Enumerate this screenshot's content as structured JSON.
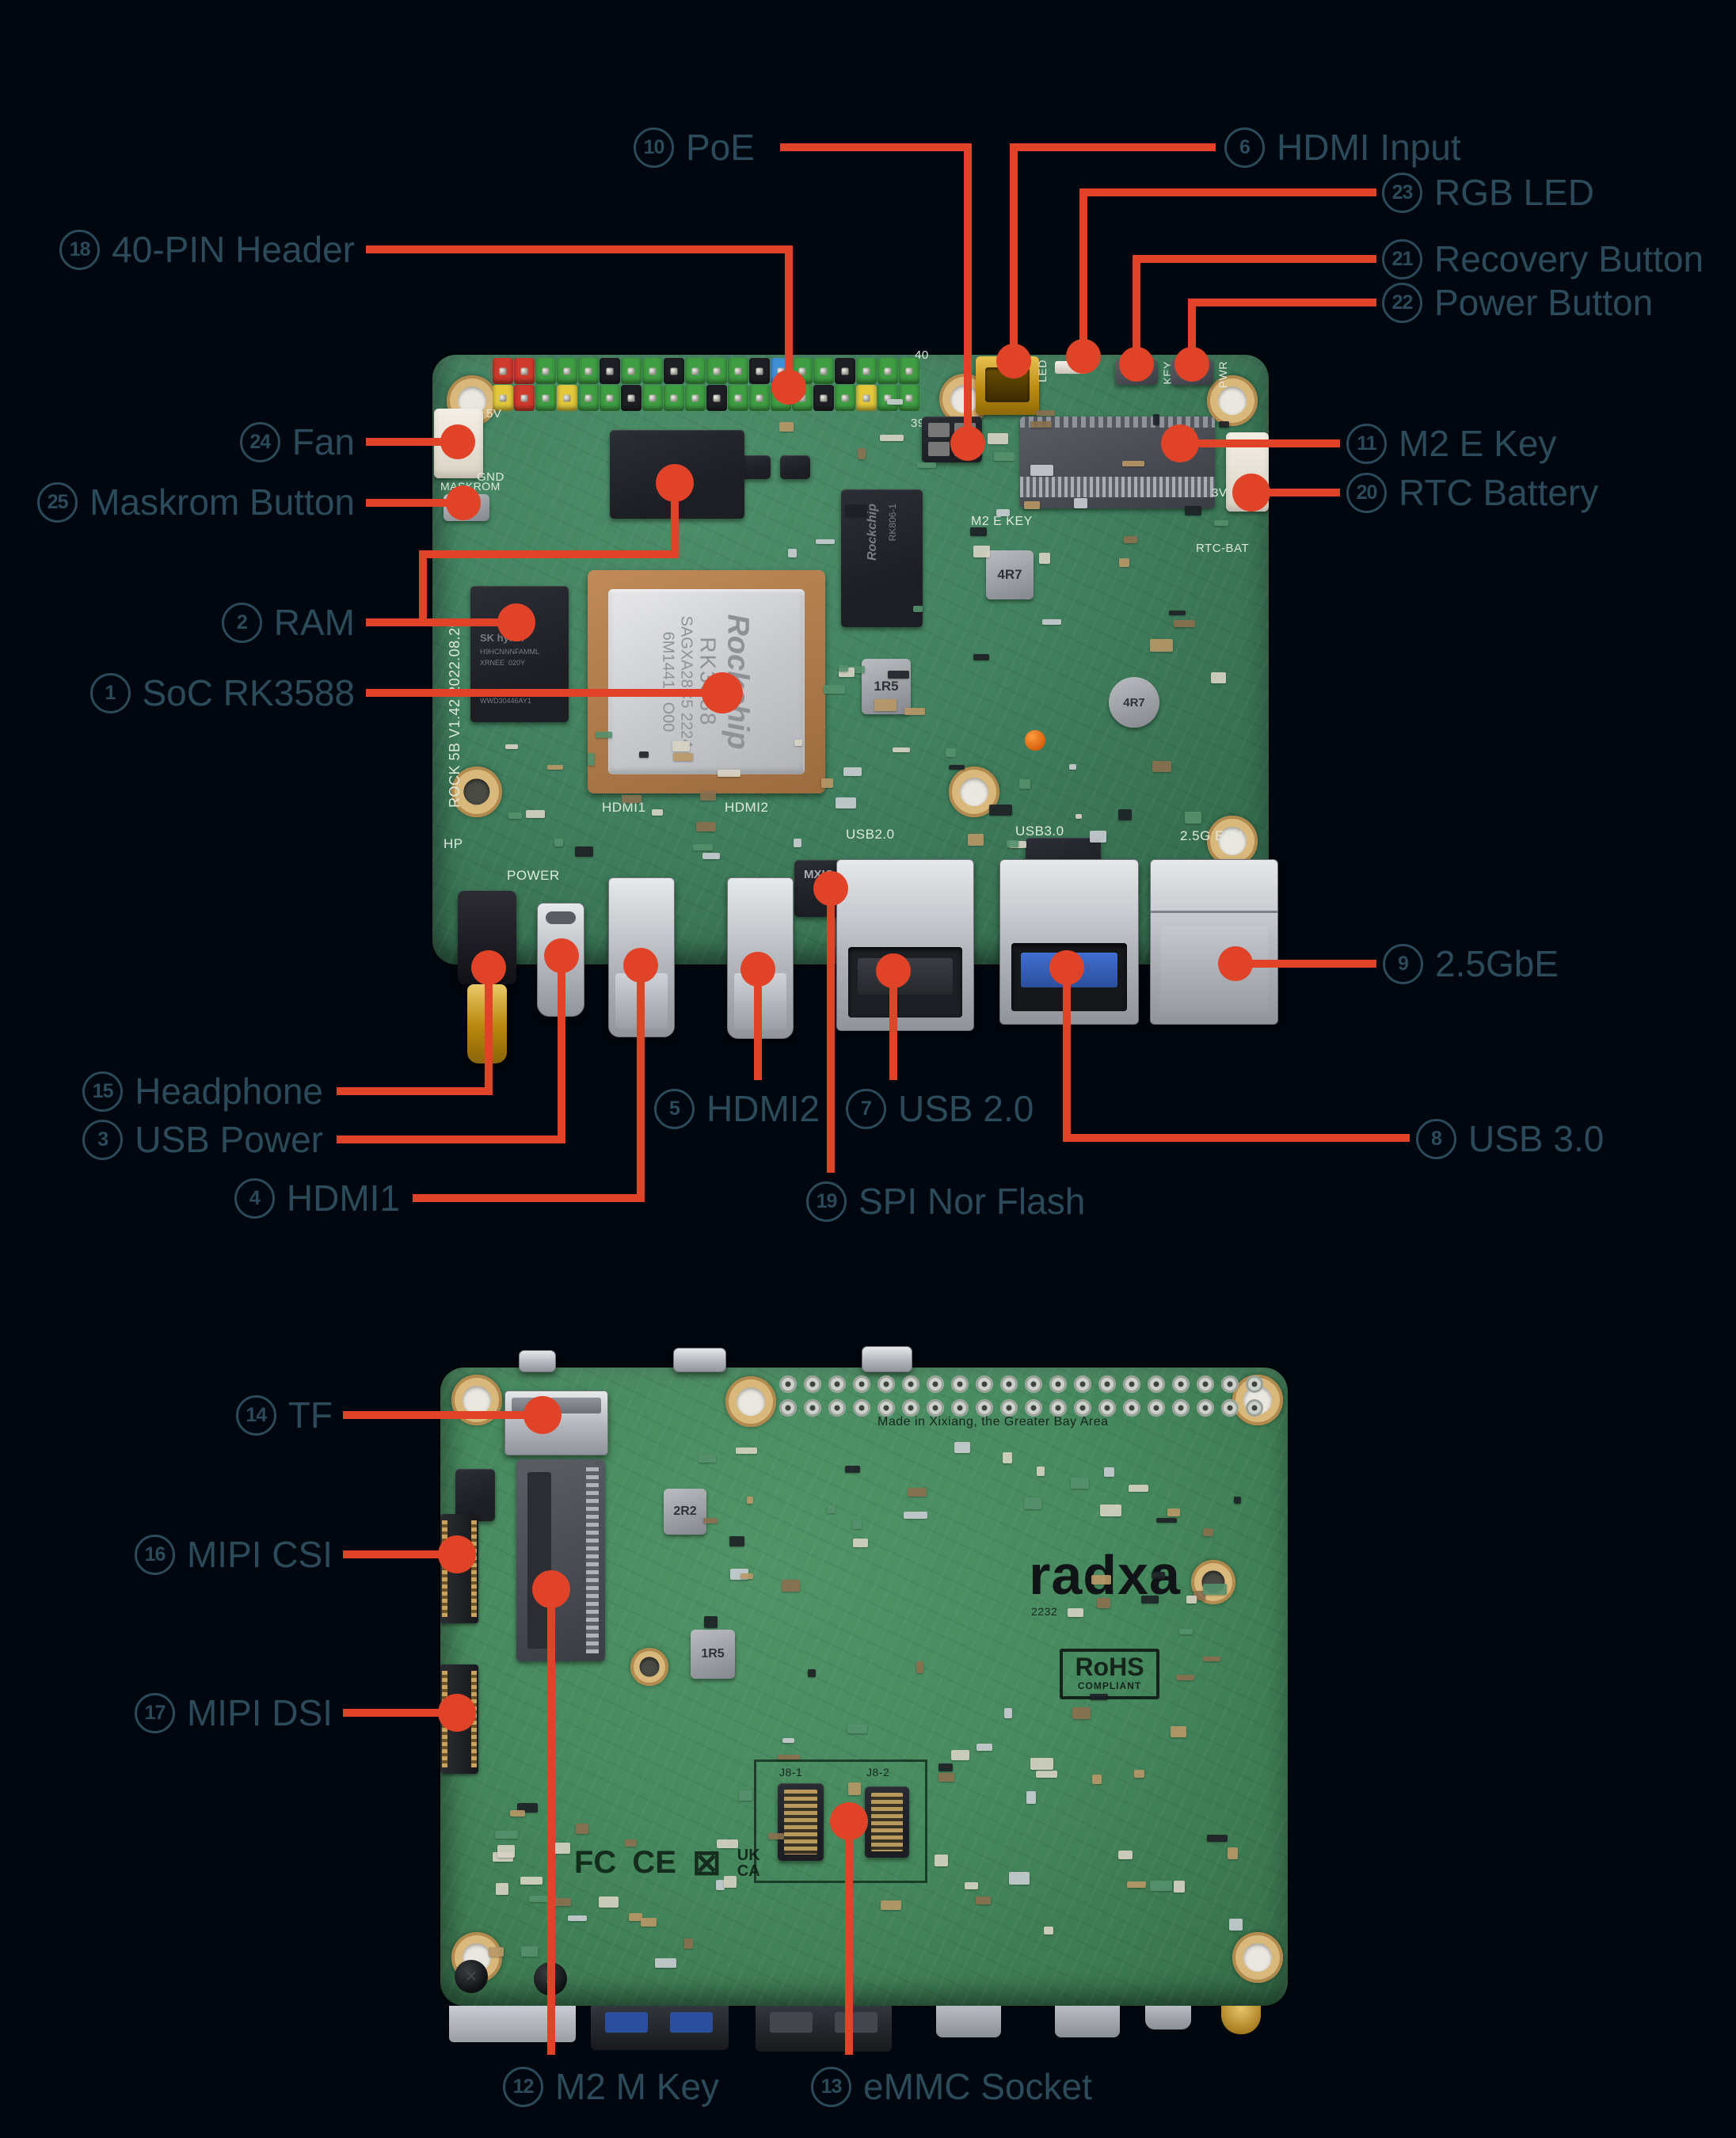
{
  "colors": {
    "background": "#01070e",
    "accent_red": "#e04327",
    "label_text": "#2b4a5a",
    "pcb_front": "#3e7e5e",
    "pcb_back": "#47895f"
  },
  "callouts": {
    "poe": {
      "number": "10",
      "label": "PoE"
    },
    "hdmi_input": {
      "number": "6",
      "label": "HDMI Input"
    },
    "rgb_led": {
      "number": "23",
      "label": "RGB LED"
    },
    "recovery_button": {
      "number": "21",
      "label": "Recovery Button"
    },
    "power_button": {
      "number": "22",
      "label": "Power Button"
    },
    "pin_header": {
      "number": "18",
      "label": "40-PIN Header"
    },
    "fan": {
      "number": "24",
      "label": "Fan"
    },
    "maskrom_button": {
      "number": "25",
      "label": "Maskrom Button"
    },
    "ram": {
      "number": "2",
      "label": "RAM"
    },
    "soc": {
      "number": "1",
      "label": "SoC RK3588"
    },
    "m2_e_key": {
      "number": "11",
      "label": "M2 E Key"
    },
    "rtc_battery": {
      "number": "20",
      "label": "RTC Battery"
    },
    "gbe": {
      "number": "9",
      "label": "2.5GbE"
    },
    "usb3": {
      "number": "8",
      "label": "USB 3.0"
    },
    "usb2": {
      "number": "7",
      "label": "USB 2.0"
    },
    "hdmi2": {
      "number": "5",
      "label": "HDMI2"
    },
    "spi_flash": {
      "number": "19",
      "label": "SPI Nor Flash"
    },
    "headphone": {
      "number": "15",
      "label": "Headphone"
    },
    "usb_power": {
      "number": "3",
      "label": "USB Power"
    },
    "hdmi1": {
      "number": "4",
      "label": "HDMI1"
    },
    "tf": {
      "number": "14",
      "label": "TF"
    },
    "mipi_csi": {
      "number": "16",
      "label": "MIPI CSI"
    },
    "mipi_dsi": {
      "number": "17",
      "label": "MIPI DSI"
    },
    "m2_m_key": {
      "number": "12",
      "label": "M2 M Key"
    },
    "emmc": {
      "number": "13",
      "label": "eMMC Socket"
    }
  },
  "front_board": {
    "silkscreen": {
      "fan_5v": "5V",
      "fan_gnd": "GND",
      "maskrom": "MASKROM",
      "led": "LED",
      "key": "KEY",
      "pwr": "PWR",
      "m2_e_key": "M2 E KEY",
      "rtc_3v": "3V",
      "rtc_bat": "RTC-BAT",
      "hp": "HP",
      "power": "POWER",
      "hdmi1": "HDMI1",
      "hdmi2": "HDMI2",
      "usb20": "USB2.0",
      "usb30": "USB3.0",
      "eth": "2.5G ETH",
      "board_rev": "ROCK 5B  V1.42 2022.08.29",
      "pin_40": "40",
      "pin_39": "39"
    },
    "chips": {
      "soc_brand": "Rockchip",
      "soc_model": "RK3588",
      "soc_line1": "SAGXA28C5 2224",
      "soc_line2": "6M14416 O00",
      "ram_brand": "SK hynix",
      "ram_line1": "H9HCNNNFAMML",
      "ram_line2": "XRNEE  020Y",
      "ram_line3": "WWD30446AY1",
      "pmic_brand": "Rockchip",
      "pmic_model": "RK806-1",
      "spi": "MXIC",
      "ind_4r7": "4R7",
      "ind_1r5": "1R5"
    }
  },
  "back_board": {
    "silkscreen": {
      "made_in": "Made in Xixiang, the Greater Bay Area",
      "logo": "radxa",
      "code": "2232",
      "rohs": "RoHS",
      "rohs_sub": "COMPLIANT",
      "j8_1": "J8-1",
      "j8_2": "J8-2",
      "fcc": "FC",
      "ce": "CE",
      "ukca_uk": "UK",
      "ukca_ca": "CA",
      "ind_2r2": "2R2",
      "ind_1r5": "1R5"
    }
  }
}
